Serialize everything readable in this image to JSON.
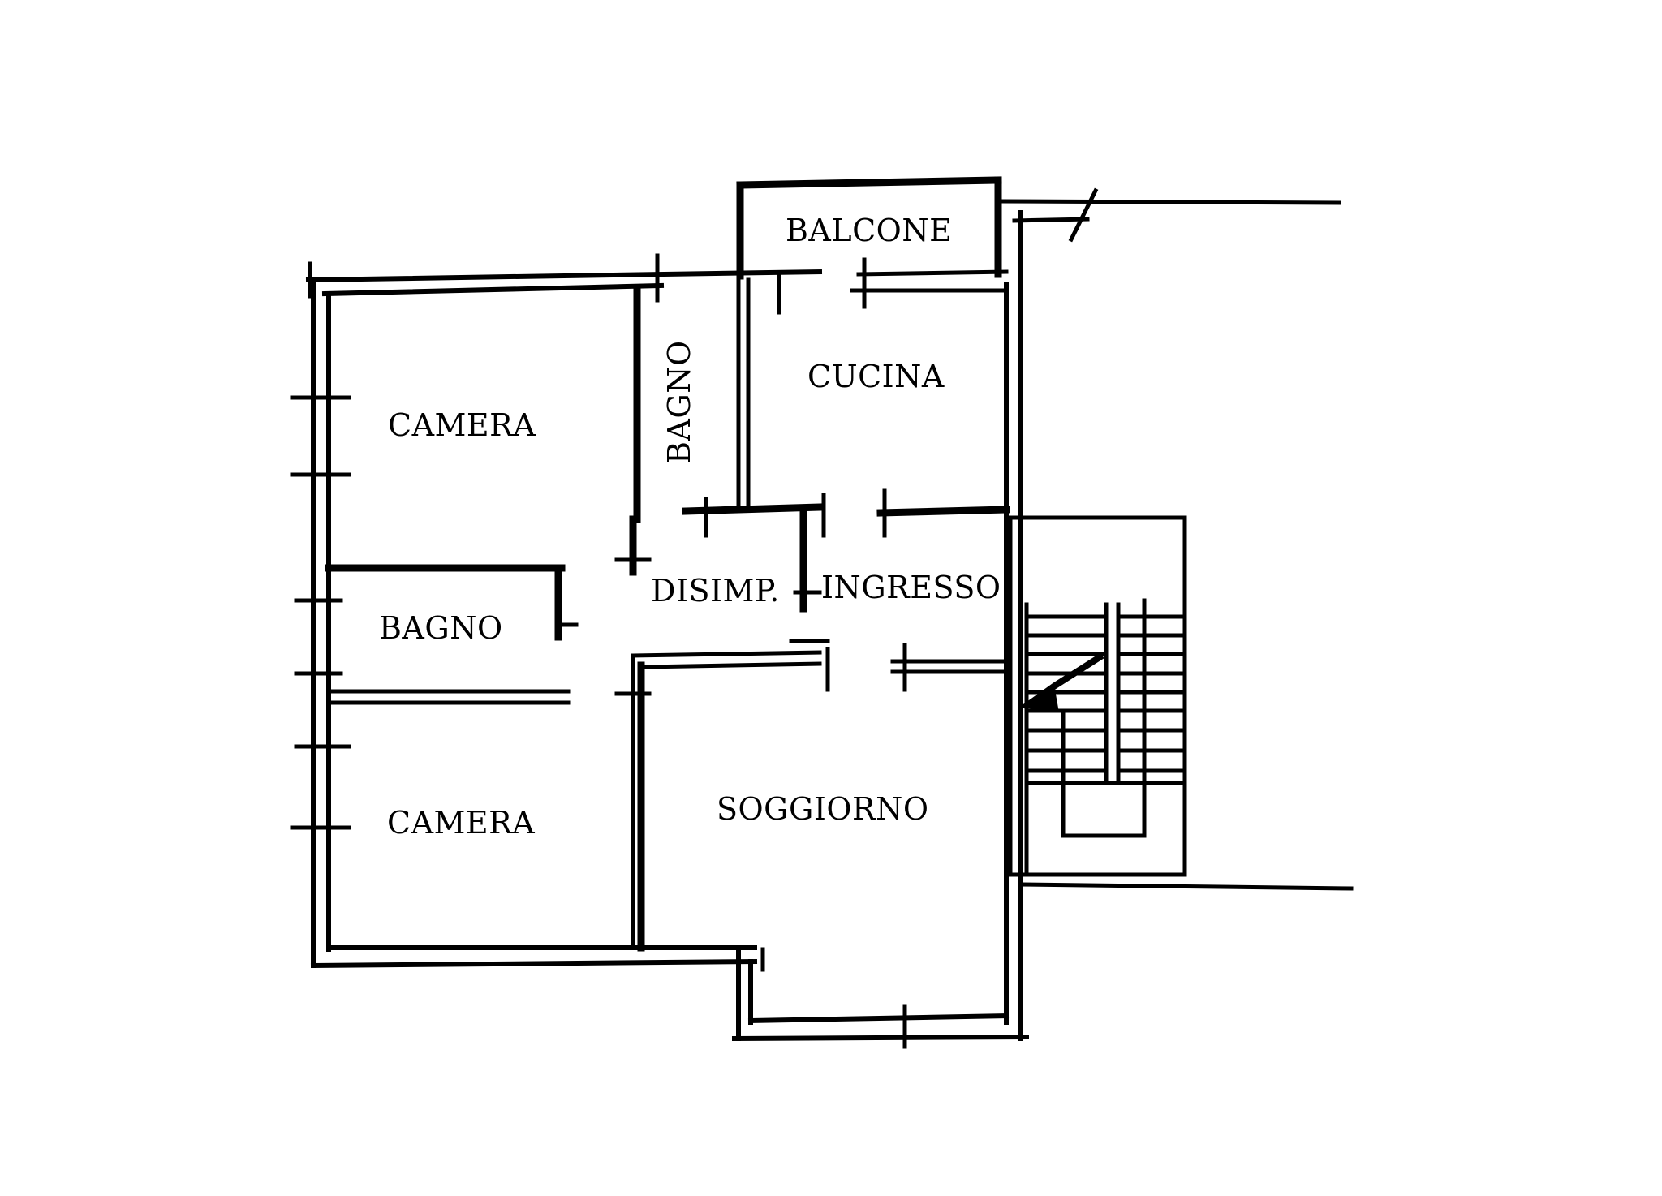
{
  "plan": {
    "type": "apartment floor plan",
    "rooms": [
      {
        "id": "balcone",
        "label": "BALCONE"
      },
      {
        "id": "cucina",
        "label": "CUCINA"
      },
      {
        "id": "bagno-1",
        "label": "BAGNO",
        "orientation": "vertical"
      },
      {
        "id": "camera-1",
        "label": "CAMERA"
      },
      {
        "id": "disimp",
        "label": "DISIMP."
      },
      {
        "id": "ingresso",
        "label": "INGRESSO"
      },
      {
        "id": "bagno-2",
        "label": "BAGNO"
      },
      {
        "id": "camera-2",
        "label": "CAMERA"
      },
      {
        "id": "soggiorno",
        "label": "SOGGIORNO"
      }
    ],
    "colors": {
      "walls": "#000000",
      "background": "#ffffff"
    }
  }
}
